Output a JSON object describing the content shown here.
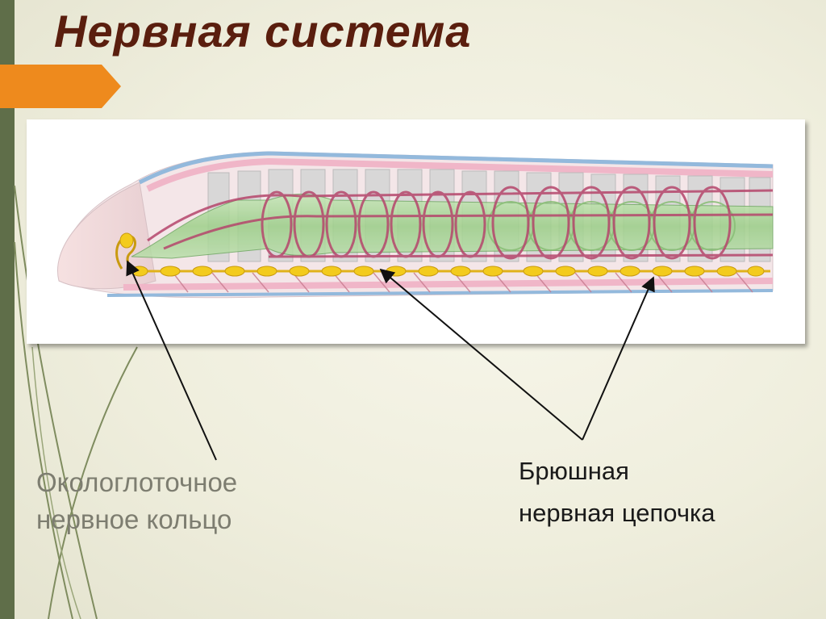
{
  "slide": {
    "title": "Нервная система",
    "accent_color": "#ee8a1d",
    "title_color": "#5a1e0e",
    "bar_color": "#5f6e49"
  },
  "labels": {
    "ring_line1": "Окологлоточное",
    "ring_line2": "нервное кольцо",
    "chain_line1": "Брюшная",
    "chain_line2": "нервная цепочка"
  },
  "figure": {
    "subject": "earthworm-nervous-system",
    "colors": {
      "nerve": "#f3cb1d",
      "gut": "#9ed08a",
      "vessel": "#b5466c",
      "body_wall": "#f0b6c8",
      "septa": "#c4c4c4",
      "skin_top": "#93b9dc"
    }
  }
}
